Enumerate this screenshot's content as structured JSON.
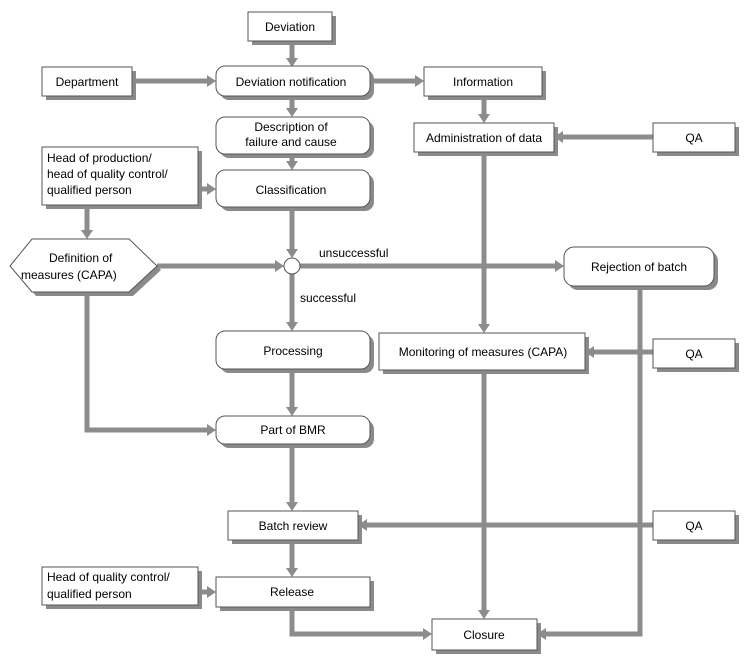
{
  "nodes": {
    "deviation": "Deviation",
    "department": "Department",
    "deviation_notification": "Deviation notification",
    "information": "Information",
    "description": [
      "Description of",
      "failure and cause"
    ],
    "administration": "Administration of data",
    "qa_admin": "QA",
    "heads": [
      "Head of production/",
      "head of quality control/",
      "qualified person"
    ],
    "classification": "Classification",
    "definition": [
      "Definition of",
      "measures (CAPA)"
    ],
    "rejection": "Rejection of batch",
    "processing": "Processing",
    "monitoring": "Monitoring of measures (CAPA)",
    "qa_monitoring": "QA",
    "part_bmr": "Part of BMR",
    "batch_review": "Batch review",
    "qa_batch": "QA",
    "head_qc": [
      "Head of quality control/",
      "qualified person"
    ],
    "release": "Release",
    "closure": "Closure"
  },
  "edge_labels": {
    "unsuccessful": "unsuccessful",
    "successful": "successful"
  }
}
